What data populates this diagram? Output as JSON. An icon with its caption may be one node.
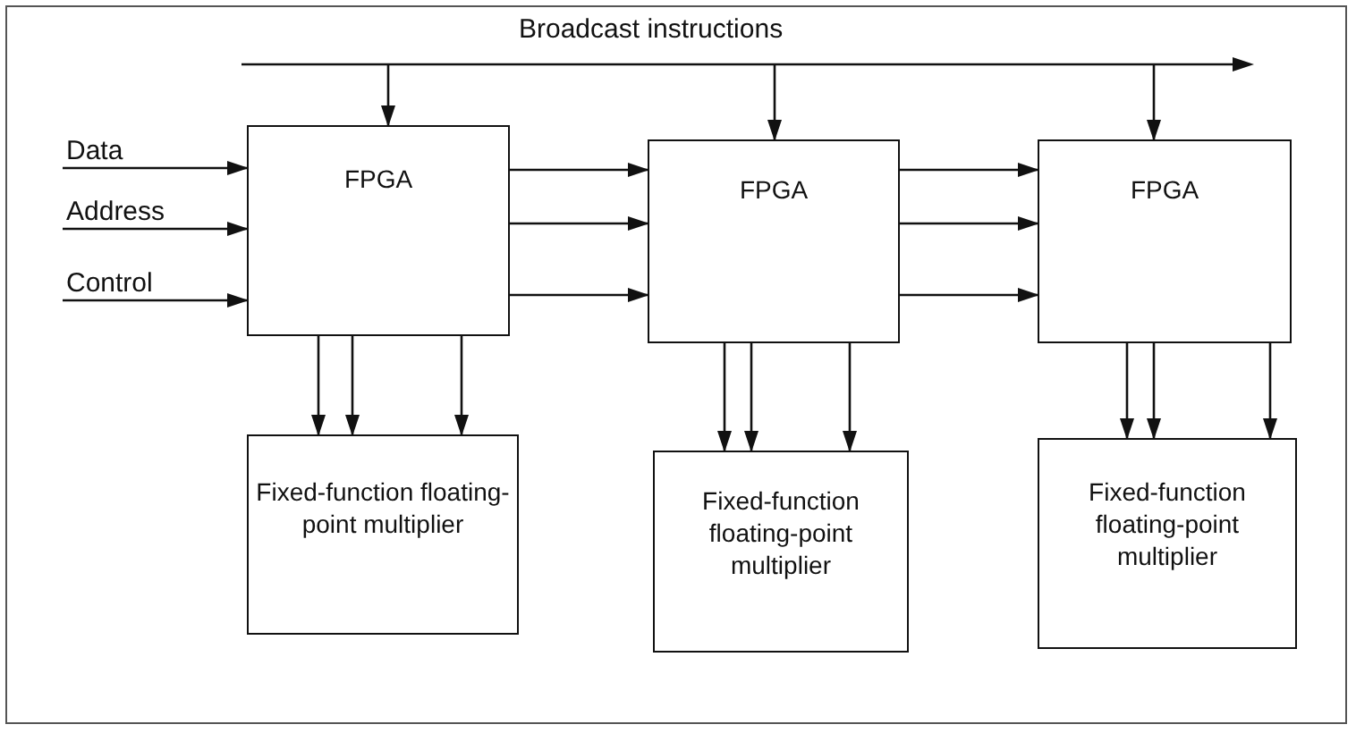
{
  "diagram": {
    "nodes": [
      {
        "text": [
          "Broadcast instructions"
        ]
      },
      {
        "text": [
          "Data"
        ]
      },
      {
        "text": [
          "Address"
        ]
      },
      {
        "text": [
          "Control"
        ]
      },
      {
        "text": [
          "FPGA"
        ]
      },
      {
        "text": [
          "FPGA"
        ]
      },
      {
        "text": [
          "FPGA"
        ]
      },
      {
        "text": [
          "Fixed-function floating-point multiplier"
        ]
      },
      {
        "text": [
          "Fixed-function floating-point multiplier"
        ]
      },
      {
        "text": [
          "Fixed-function floating-point multiplier"
        ]
      }
    ],
    "edges": [
      {
        "from": 0,
        "to": 4,
        "arrow": "to"
      },
      {
        "from": 0,
        "to": 5,
        "arrow": "to"
      },
      {
        "from": 0,
        "to": 6,
        "arrow": "to"
      },
      {
        "from": 1,
        "to": 4,
        "arrow": "to"
      },
      {
        "from": 2,
        "to": 4,
        "arrow": "to"
      },
      {
        "from": 3,
        "to": 4,
        "arrow": "to"
      },
      {
        "from": 4,
        "to": 5,
        "arrow": "to"
      },
      {
        "from": 4,
        "to": 5,
        "arrow": "to"
      },
      {
        "from": 4,
        "to": 5,
        "arrow": "to"
      },
      {
        "from": 5,
        "to": 6,
        "arrow": "to"
      },
      {
        "from": 5,
        "to": 6,
        "arrow": "to"
      },
      {
        "from": 5,
        "to": 6,
        "arrow": "to"
      },
      {
        "from": 4,
        "to": 7,
        "arrow": "to"
      },
      {
        "from": 4,
        "to": 7,
        "arrow": "to"
      },
      {
        "from": 4,
        "to": 7,
        "arrow": "to"
      },
      {
        "from": 5,
        "to": 8,
        "arrow": "to"
      },
      {
        "from": 5,
        "to": 8,
        "arrow": "to"
      },
      {
        "from": 5,
        "to": 8,
        "arrow": "to"
      },
      {
        "from": 6,
        "to": 9,
        "arrow": "to"
      },
      {
        "from": 6,
        "to": 9,
        "arrow": "to"
      },
      {
        "from": 6,
        "to": 9,
        "arrow": "to"
      }
    ]
  }
}
